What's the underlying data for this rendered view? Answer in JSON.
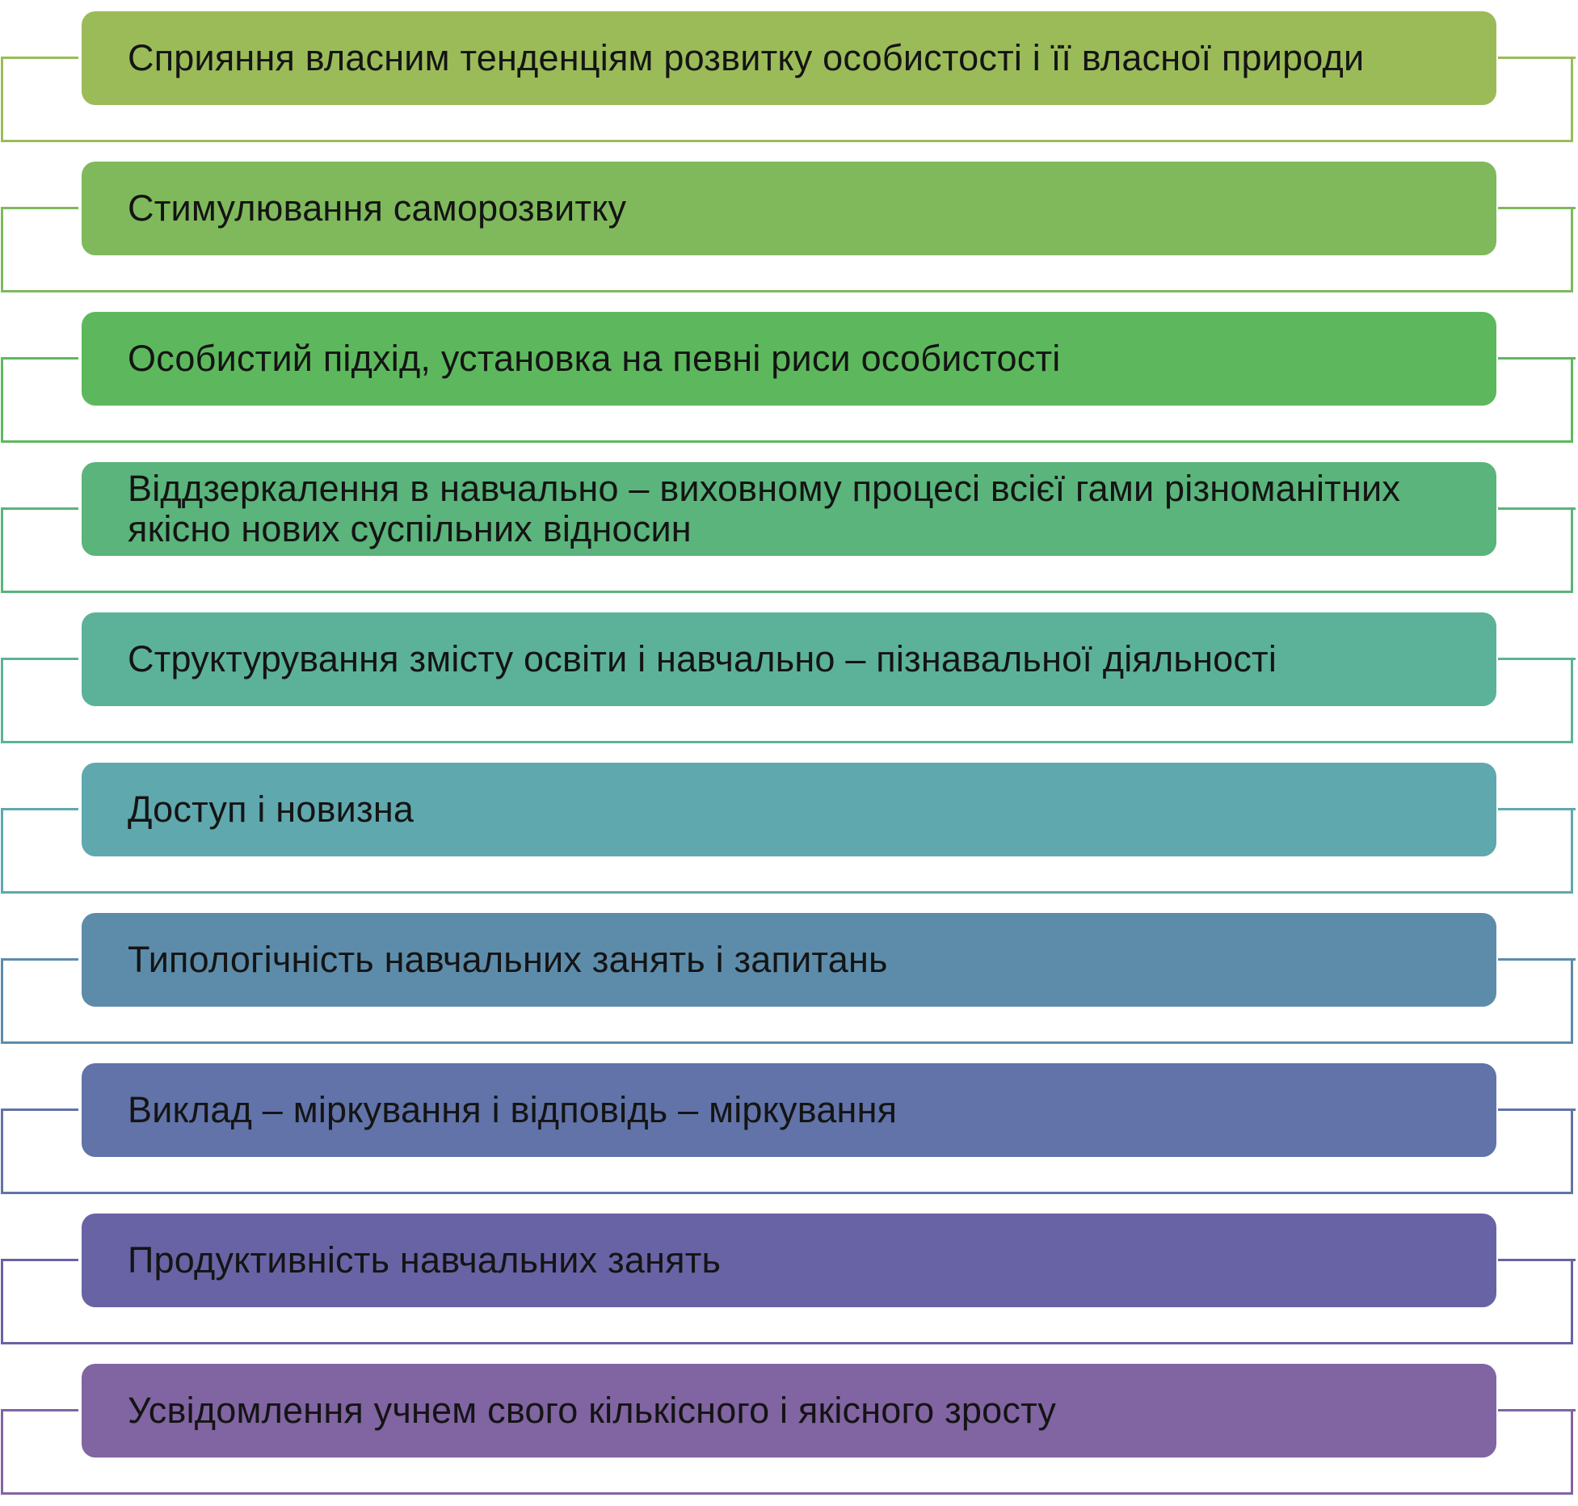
{
  "items": [
    {
      "text": "Сприяння власним тенденціям розвитку особистості і її власної природи",
      "color": "#9bbb59"
    },
    {
      "text": "Стимулювання саморозвитку",
      "color": "#7fb95c"
    },
    {
      "text": "Особистий підхід, установка на певні риси особистості",
      "color": "#5db85d"
    },
    {
      "text": "Віддзеркалення в навчально – виховному процесі всієї гами різноманітних якісно нових суспільних відносин",
      "color": "#5ab47b"
    },
    {
      "text": "Структурування змісту освіти і навчально – пізнавальної діяльності",
      "color": "#5cb299"
    },
    {
      "text": "Доступ і новизна",
      "color": "#5fa8ae"
    },
    {
      "text": "Типологічність навчальних занять і запитань",
      "color": "#5d8caa"
    },
    {
      "text": "Виклад – міркування і відповідь – міркування",
      "color": "#6173a8"
    },
    {
      "text": "Продуктивність навчальних занять",
      "color": "#6863a4"
    },
    {
      "text": "Усвідомлення учнем свого кількісного і якісного зросту",
      "color": "#8164a2"
    }
  ]
}
